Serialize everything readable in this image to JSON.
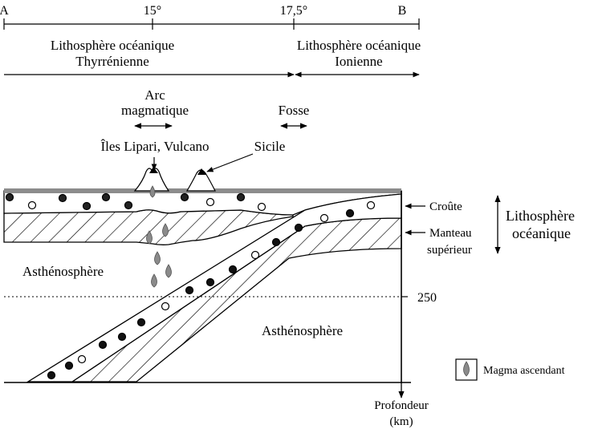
{
  "scale": {
    "point_a": "A",
    "tick_15": "15°",
    "tick_17_5": "17,5°",
    "point_b": "B"
  },
  "domains": {
    "tyrrhenian_line1": "Lithosphère océanique",
    "tyrrhenian_line2": "Thyrrénienne",
    "ionian_line1": "Lithosphère océanique",
    "ionian_line2": "Ionienne"
  },
  "features": {
    "arc_line1": "Arc",
    "arc_line2": "magmatique",
    "trench": "Fosse",
    "islands": "Îles Lipari, Vulcano",
    "sicily": "Sicile"
  },
  "layers": {
    "asthenosphere_left": "Asthénosphère",
    "asthenosphere_right": "Asthénosphère"
  },
  "right_labels": {
    "crust": "Croûte",
    "mantle_line1": "Manteau",
    "mantle_line2": "supérieur",
    "lithosphere_line1": "Lithosphère",
    "lithosphere_line2": "océanique",
    "depth_250": "250",
    "depth_line1": "Profondeur",
    "depth_line2": "(km)"
  },
  "legend": {
    "magma": "Magma ascendant"
  },
  "colors": {
    "magma": "#8a8a8a",
    "surface": "#8c8c8c",
    "ink": "#000000"
  }
}
